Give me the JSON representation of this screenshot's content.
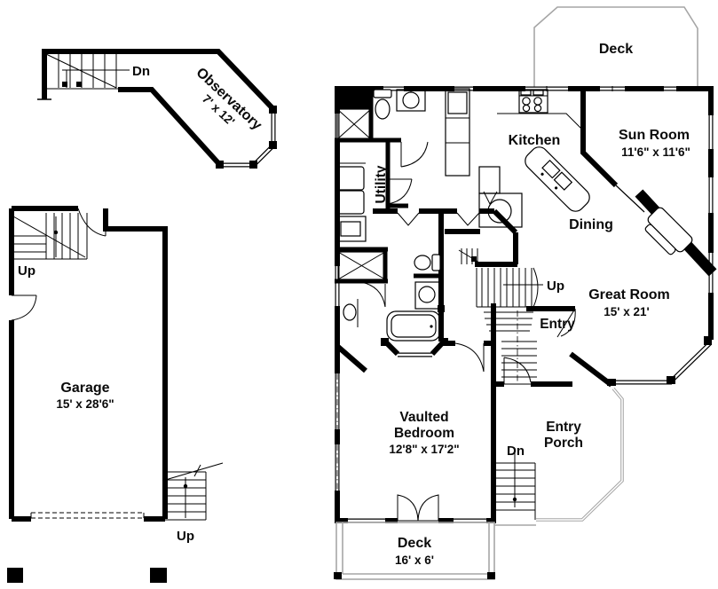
{
  "drawing": {
    "type": "house-floor-plan",
    "colors": {
      "wall": "#000000",
      "deck_outline": "#a6a6a6",
      "text": "#0a0a0a",
      "background": "#ffffff"
    },
    "labels": {
      "observatory": {
        "name": "Observatory",
        "dims": "7' x 12'"
      },
      "observatory_stair": "Dn",
      "upper_deck": {
        "name": "Deck"
      },
      "kitchen": {
        "name": "Kitchen"
      },
      "sun_room": {
        "name": "Sun Room",
        "dims": "11'6\" x 11'6\""
      },
      "utility": {
        "name": "Utility"
      },
      "dining": {
        "name": "Dining"
      },
      "main_stair": "Up",
      "great_room": {
        "name": "Great Room",
        "dims": "15' x 21'"
      },
      "entry": {
        "name": "Entry"
      },
      "garage": {
        "name": "Garage",
        "dims": "15' x 28'6\""
      },
      "garage_stair": "Up",
      "exterior_stair": "Up",
      "bedroom": {
        "line1": "Vaulted",
        "line2": "Bedroom",
        "dims": "12'8\" x 17'2\""
      },
      "porch_stair": "Dn",
      "entry_porch": {
        "line1": "Entry",
        "line2": "Porch"
      },
      "lower_deck": {
        "name": "Deck",
        "dims": "16' x 6'"
      }
    }
  }
}
